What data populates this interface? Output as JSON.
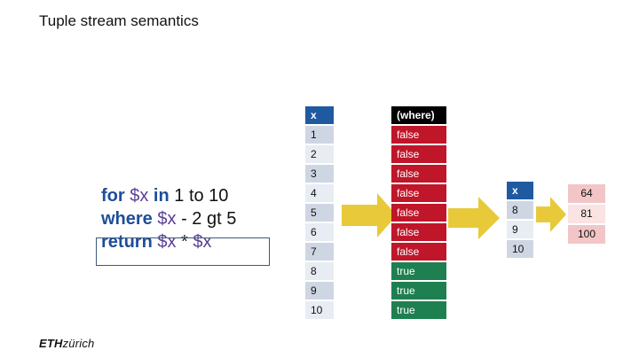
{
  "slide": {
    "title": "Tuple stream semantics"
  },
  "code": {
    "line1": {
      "kw": "for",
      "var": "$x",
      "kw2": "in",
      "rest": "1 to 10"
    },
    "line2": {
      "kw": "where",
      "var": "$x",
      "rest": "- 2 gt 5"
    },
    "line3": {
      "kw": "return",
      "var": "$x",
      "op": "*",
      "var2": "$x"
    }
  },
  "input_stream": {
    "header": "x",
    "rows": [
      "1",
      "2",
      "3",
      "4",
      "5",
      "6",
      "7",
      "8",
      "9",
      "10"
    ]
  },
  "where_column": {
    "header": "(where)",
    "rows": [
      "false",
      "false",
      "false",
      "false",
      "false",
      "false",
      "false",
      "true",
      "true",
      "true"
    ]
  },
  "filtered_stream": {
    "header": "x",
    "rows": [
      "8",
      "9",
      "10"
    ]
  },
  "results": {
    "rows": [
      "64",
      "81",
      "100"
    ]
  },
  "colors": {
    "keyword": "#1f4e99",
    "variable": "#5b3e96",
    "header_blue": "#1f5aa0",
    "false_red": "#c0162a",
    "true_green": "#1e8050",
    "arrow_yellow": "#e8c93a",
    "result_pink": "#f2c6c6"
  },
  "footer": {
    "logo_eth": "ETH",
    "logo_zurich": "zürich"
  }
}
